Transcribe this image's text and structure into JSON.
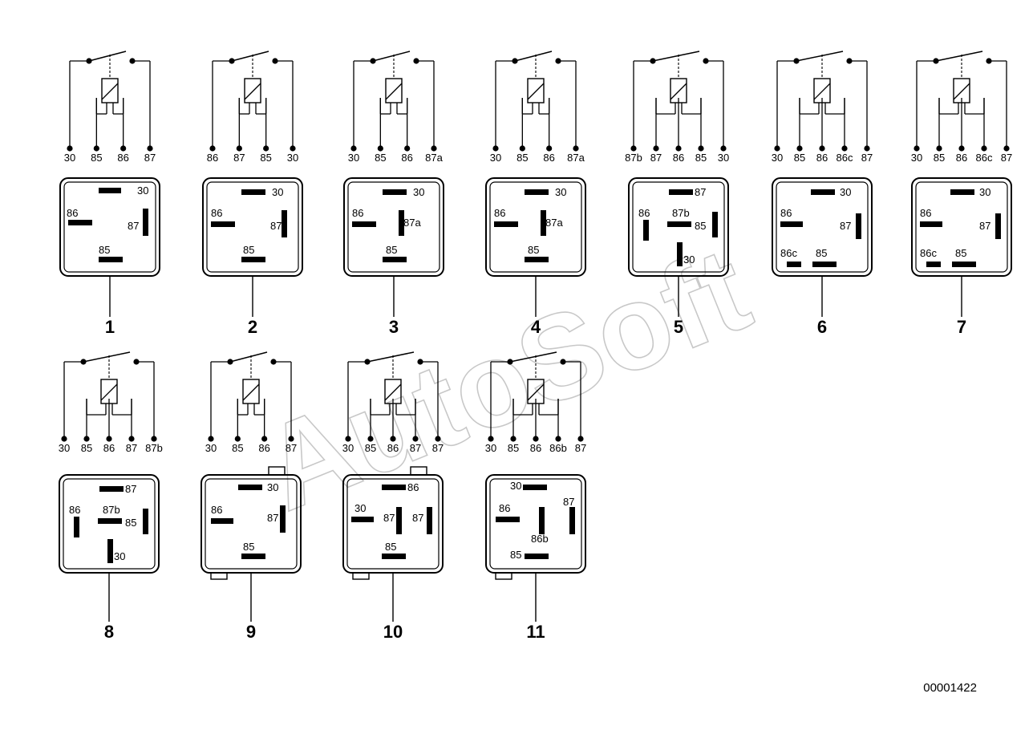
{
  "watermark": "AutoSoft",
  "reference_number": "00001422",
  "relays": [
    {
      "number": "1",
      "schematic_pins": [
        "30",
        "85",
        "86",
        "87"
      ],
      "socket_pins": [
        {
          "label": "30"
        },
        {
          "label": "86"
        },
        {
          "label": "87"
        },
        {
          "label": "85"
        }
      ]
    },
    {
      "number": "2",
      "schematic_pins": [
        "86",
        "87",
        "85",
        "30"
      ],
      "socket_pins": [
        {
          "label": "30"
        },
        {
          "label": "86"
        },
        {
          "label": "87"
        },
        {
          "label": "85"
        }
      ]
    },
    {
      "number": "3",
      "schematic_pins": [
        "30",
        "85",
        "86",
        "87a"
      ],
      "socket_pins": [
        {
          "label": "30"
        },
        {
          "label": "86"
        },
        {
          "label": "87a"
        },
        {
          "label": "85"
        }
      ]
    },
    {
      "number": "4",
      "schematic_pins": [
        "30",
        "85",
        "86",
        "87a"
      ],
      "socket_pins": [
        {
          "label": "30"
        },
        {
          "label": "86"
        },
        {
          "label": "87a"
        },
        {
          "label": "85"
        }
      ]
    },
    {
      "number": "5",
      "schematic_pins": [
        "87b",
        "87",
        "86",
        "85",
        "30"
      ],
      "socket_pins": [
        {
          "label": "87"
        },
        {
          "label": "86"
        },
        {
          "label": "87b"
        },
        {
          "label": "85"
        },
        {
          "label": "30"
        }
      ]
    },
    {
      "number": "6",
      "schematic_pins": [
        "30",
        "85",
        "86",
        "86c",
        "87"
      ],
      "socket_pins": [
        {
          "label": "30"
        },
        {
          "label": "86"
        },
        {
          "label": "87"
        },
        {
          "label": "86c"
        },
        {
          "label": "85"
        }
      ]
    },
    {
      "number": "7",
      "schematic_pins": [
        "30",
        "85",
        "86",
        "86c",
        "87"
      ],
      "socket_pins": [
        {
          "label": "30"
        },
        {
          "label": "86"
        },
        {
          "label": "87"
        },
        {
          "label": "86c"
        },
        {
          "label": "85"
        }
      ]
    },
    {
      "number": "8",
      "schematic_pins": [
        "30",
        "85",
        "86",
        "87",
        "87b"
      ],
      "socket_pins": [
        {
          "label": "87"
        },
        {
          "label": "86"
        },
        {
          "label": "87b"
        },
        {
          "label": "85"
        },
        {
          "label": "30"
        }
      ]
    },
    {
      "number": "9",
      "schematic_pins": [
        "30",
        "85",
        "86",
        "87"
      ],
      "socket_pins": [
        {
          "label": "30"
        },
        {
          "label": "86"
        },
        {
          "label": "87"
        },
        {
          "label": "85"
        }
      ]
    },
    {
      "number": "10",
      "schematic_pins": [
        "30",
        "85",
        "86",
        "87",
        "87"
      ],
      "socket_pins": [
        {
          "label": "86"
        },
        {
          "label": "30"
        },
        {
          "label": "87"
        },
        {
          "label": "87"
        },
        {
          "label": "85"
        }
      ]
    },
    {
      "number": "11",
      "schematic_pins": [
        "30",
        "85",
        "86",
        "86b",
        "87"
      ],
      "socket_pins": [
        {
          "label": "30"
        },
        {
          "label": "86"
        },
        {
          "label": "87"
        },
        {
          "label": "86b"
        },
        {
          "label": "85"
        }
      ]
    }
  ]
}
